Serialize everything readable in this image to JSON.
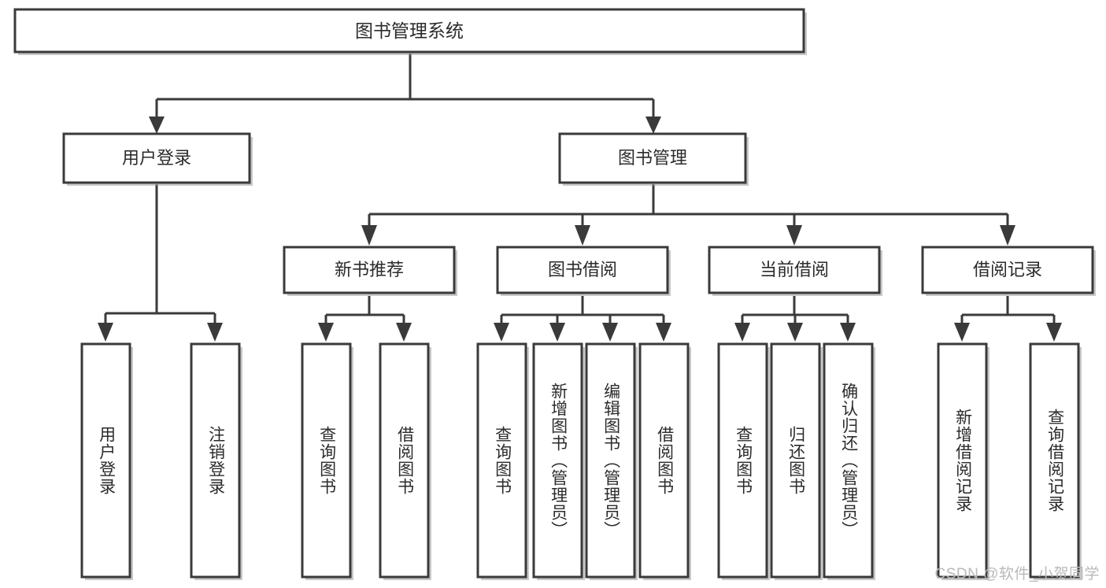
{
  "diagram": {
    "type": "tree-hierarchy",
    "title": "图书管理系统",
    "orientation": "top-down",
    "colors": {
      "stroke": "#3a3a3a",
      "fill": "#ffffff",
      "text": "#2b2b2b",
      "shadow": "#9a9a9a",
      "watermark": "#b9b9b9"
    },
    "root": {
      "id": "root",
      "label": "图书管理系统"
    },
    "level2": [
      {
        "id": "user-login",
        "label": "用户登录"
      },
      {
        "id": "book-manage",
        "label": "图书管理"
      }
    ],
    "level3": [
      {
        "id": "new-book-recommend",
        "label": "新书推荐",
        "parent": "book-manage"
      },
      {
        "id": "book-borrow",
        "label": "图书借阅",
        "parent": "book-manage"
      },
      {
        "id": "current-borrow",
        "label": "当前借阅",
        "parent": "book-manage"
      },
      {
        "id": "borrow-record",
        "label": "借阅记录",
        "parent": "book-manage"
      }
    ],
    "leaves": {
      "user-login": [
        {
          "id": "leaf-user-login",
          "label": "用户登录"
        },
        {
          "id": "leaf-user-logout",
          "label": "注销登录"
        }
      ],
      "new-book-recommend": [
        {
          "id": "leaf-query-book-1",
          "label": "查询图书"
        },
        {
          "id": "leaf-borrow-book-1",
          "label": "借阅图书"
        }
      ],
      "book-borrow": [
        {
          "id": "leaf-query-book-2",
          "label": "查询图书"
        },
        {
          "id": "leaf-add-book",
          "label": "新增图书（管理员）"
        },
        {
          "id": "leaf-edit-book",
          "label": "编辑图书（管理员）"
        },
        {
          "id": "leaf-borrow-book-2",
          "label": "借阅图书"
        }
      ],
      "current-borrow": [
        {
          "id": "leaf-query-book-3",
          "label": "查询图书"
        },
        {
          "id": "leaf-return-book",
          "label": "归还图书"
        },
        {
          "id": "leaf-confirm-return",
          "label": "确认归还（管理员）"
        }
      ],
      "borrow-record": [
        {
          "id": "leaf-add-record",
          "label": "新增借阅记录"
        },
        {
          "id": "leaf-query-record",
          "label": "查询借阅记录"
        }
      ]
    }
  },
  "watermark": {
    "text": "CSDN @软件_小贺同学"
  }
}
